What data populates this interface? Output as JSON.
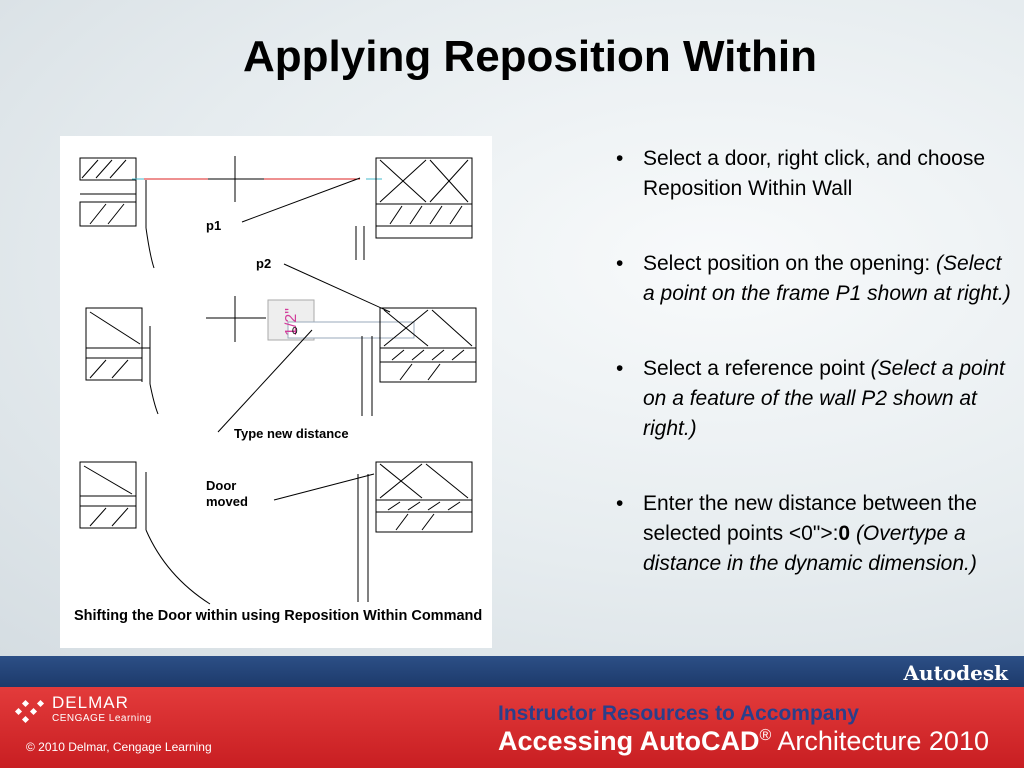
{
  "slide": {
    "title": "Applying Reposition Within"
  },
  "figure": {
    "labels": {
      "p1": "p1",
      "p2": "p2",
      "dim_value": "1/2\"",
      "input_value": "0",
      "type_new_distance": "Type new distance",
      "door": "Door",
      "moved": "moved"
    },
    "caption": "Shifting the Door within using Reposition Within Command"
  },
  "bullets": [
    {
      "text": "Select a door, right click, and choose Reposition Within Wall",
      "italic": ""
    },
    {
      "text": "Select position on the opening: ",
      "italic": "(Select a point on the frame P1 shown at right.)"
    },
    {
      "text": "Select a reference point ",
      "italic": "(Select a point on a feature of the wall P2 shown at right.)"
    },
    {
      "text_before": "Enter the new distance between the selected points <0\">:",
      "bold": "0",
      "italic": " (Overtype a distance in the dynamic dimension.)"
    }
  ],
  "footer": {
    "autodesk": "Autodesk",
    "delmar_name": "DELMAR",
    "delmar_sub": "CENGAGE Learning",
    "copyright": "© 2010 Delmar, Cengage Learning",
    "instructor": "Instructor Resources to Accompany",
    "course_bold": "Accessing AutoCAD",
    "course_reg": "®",
    "course_rest": " Architecture 2010"
  }
}
